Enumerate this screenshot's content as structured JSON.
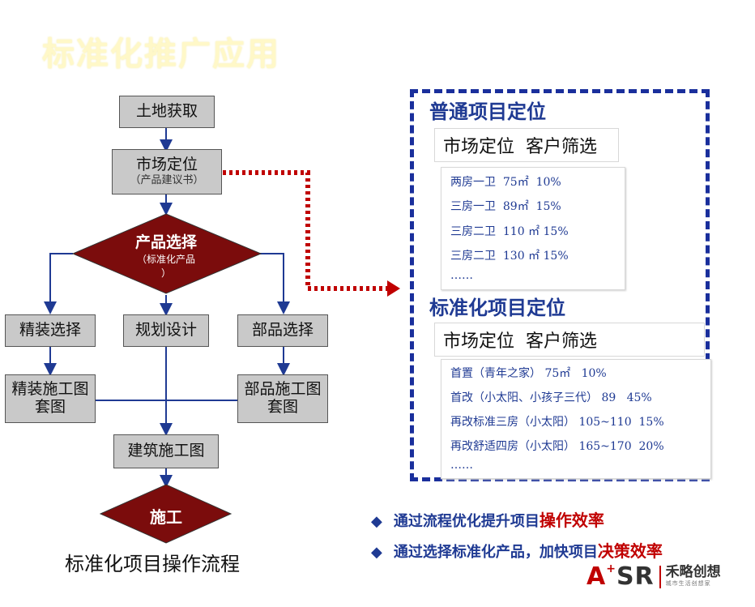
{
  "page_title": "标准化推广应用",
  "flow": {
    "land": "土地获取",
    "market": "市场定位",
    "market_sub": "（产品建议书）",
    "product": "产品选择",
    "product_sub_1": "（标准化产品",
    "product_sub_2": "）",
    "fitout": "精装选择",
    "planning": "规划设计",
    "parts": "部品选择",
    "fitout_drawing_1": "精装施工图",
    "fitout_drawing_2": "套图",
    "parts_drawing_1": "部品施工图",
    "parts_drawing_2": "套图",
    "building_drawing": "建筑施工图",
    "construction": "施工",
    "caption": "标准化项目操作流程"
  },
  "common": {
    "title": "普通项目定位",
    "header": "市场定位  客户筛选",
    "items": [
      "两房一卫  75㎡  10%",
      "三房一卫  89㎡  15%",
      "三房二卫  110 ㎡ 15%",
      "三房二卫  130 ㎡ 15%",
      "……"
    ]
  },
  "standard": {
    "title": "标准化项目定位",
    "header": "市场定位  客户筛选",
    "items": [
      "首置（青年之家） 75㎡   10%",
      "首改（小太阳、小孩子三代） 89   45%",
      "再改标准三房（小太阳） 105~110  15%",
      "再改舒适四房（小太阳） 165~170  20%",
      "……"
    ]
  },
  "bullets": [
    {
      "text": "通过流程优化提升项目",
      "highlight": "操作效率"
    },
    {
      "text": "通过选择标准化产品，加快项目",
      "highlight": "决策效率"
    }
  ],
  "logo": {
    "asr": "ASR",
    "name": "禾略创想",
    "tagline": "城市生活创想家"
  },
  "colors": {
    "diamond": "#7b0c0c",
    "arrow": "#1f3a93",
    "dotted": "#c00000",
    "frame": "#1a2f9c"
  }
}
